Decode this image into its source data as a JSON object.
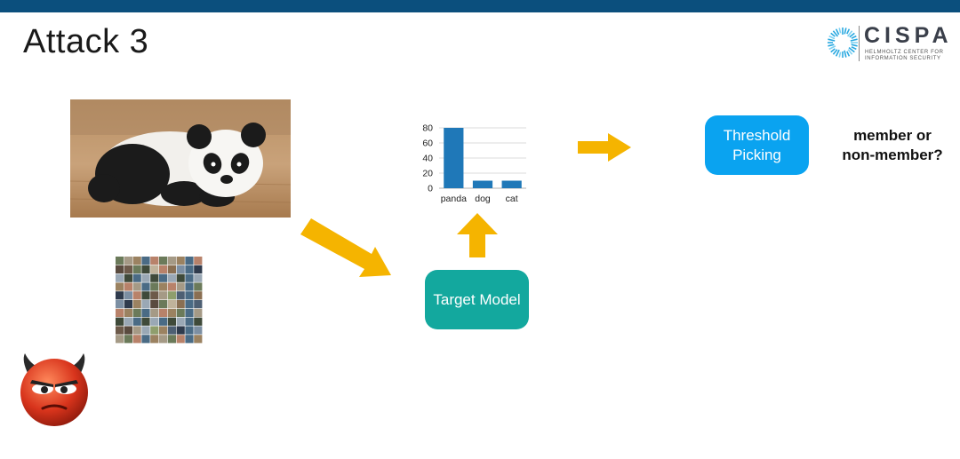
{
  "colors": {
    "top_bar": "#0b4f7d",
    "arrow": "#f5b400",
    "threshold_box": "#0aa3f0",
    "target_box": "#13a89e",
    "bar": "#1f78b8",
    "logo_accent": "#29a8e0"
  },
  "slide": {
    "title": "Attack 3"
  },
  "logo": {
    "wordmark": "CISPA",
    "subtitle_line1": "HELMHOLTZ CENTER FOR",
    "subtitle_line2": "INFORMATION SECURITY"
  },
  "icons": {
    "panda": "panda-photo",
    "dataset": "image-grid-thumbnail",
    "adversary": "devil-face-icon"
  },
  "nodes": {
    "threshold": {
      "line1": "Threshold",
      "line2": "Picking"
    },
    "target": {
      "label": "Target Model"
    }
  },
  "result": {
    "line1": "member or",
    "line2": "non-member?"
  },
  "chart_data": {
    "type": "bar",
    "categories": [
      "panda",
      "dog",
      "cat"
    ],
    "values": [
      80,
      10,
      10
    ],
    "yticks": [
      0,
      20,
      40,
      60,
      80
    ],
    "ylim": [
      0,
      80
    ],
    "grid": true
  }
}
